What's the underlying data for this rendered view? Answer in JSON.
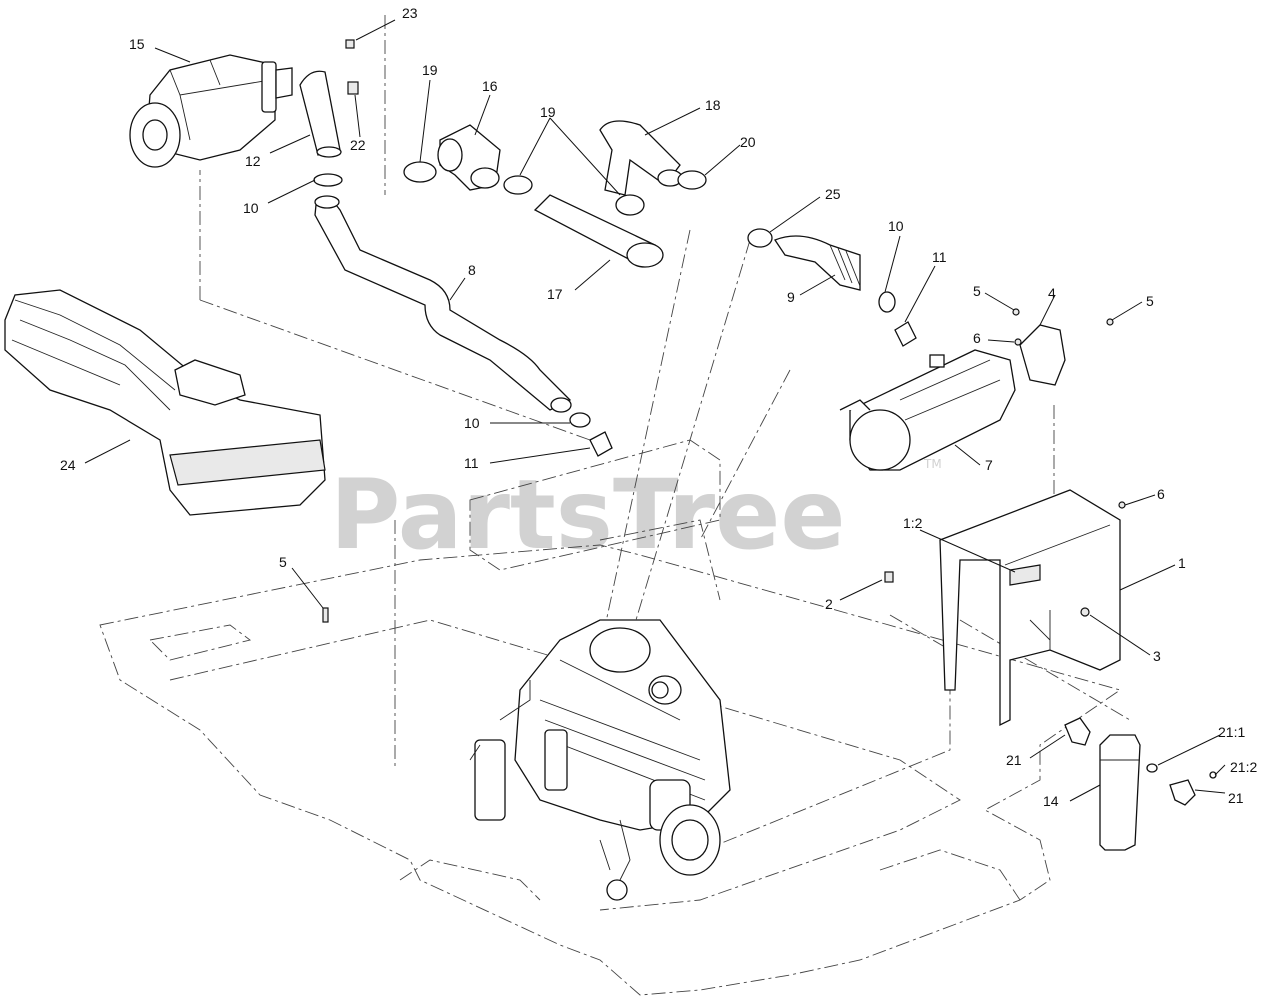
{
  "watermark": {
    "text": "PartsTree",
    "tm": "TM"
  },
  "callouts": [
    {
      "id": "c15",
      "text": "15"
    },
    {
      "id": "c23",
      "text": "23"
    },
    {
      "id": "c19a",
      "text": "19"
    },
    {
      "id": "c16",
      "text": "16"
    },
    {
      "id": "c19b",
      "text": "19"
    },
    {
      "id": "c18",
      "text": "18"
    },
    {
      "id": "c20",
      "text": "20"
    },
    {
      "id": "c12",
      "text": "12"
    },
    {
      "id": "c22",
      "text": "22"
    },
    {
      "id": "c10a",
      "text": "10"
    },
    {
      "id": "c25",
      "text": "25"
    },
    {
      "id": "c10b",
      "text": "10"
    },
    {
      "id": "c8",
      "text": "8"
    },
    {
      "id": "c17",
      "text": "17"
    },
    {
      "id": "c9",
      "text": "9"
    },
    {
      "id": "c11a",
      "text": "11"
    },
    {
      "id": "c5a",
      "text": "5"
    },
    {
      "id": "c4",
      "text": "4"
    },
    {
      "id": "c5b",
      "text": "5"
    },
    {
      "id": "c6a",
      "text": "6"
    },
    {
      "id": "c10c",
      "text": "10"
    },
    {
      "id": "c11b",
      "text": "11"
    },
    {
      "id": "c7",
      "text": "7"
    },
    {
      "id": "c24",
      "text": "24"
    },
    {
      "id": "c6b",
      "text": "6"
    },
    {
      "id": "c12b",
      "text": "1:2"
    },
    {
      "id": "c1",
      "text": "1"
    },
    {
      "id": "c5c",
      "text": "5"
    },
    {
      "id": "c2",
      "text": "2"
    },
    {
      "id": "c3",
      "text": "3"
    },
    {
      "id": "c21a",
      "text": "21"
    },
    {
      "id": "c211",
      "text": "21:1"
    },
    {
      "id": "c14",
      "text": "14"
    },
    {
      "id": "c212",
      "text": "21:2"
    },
    {
      "id": "c21b",
      "text": "21"
    }
  ]
}
